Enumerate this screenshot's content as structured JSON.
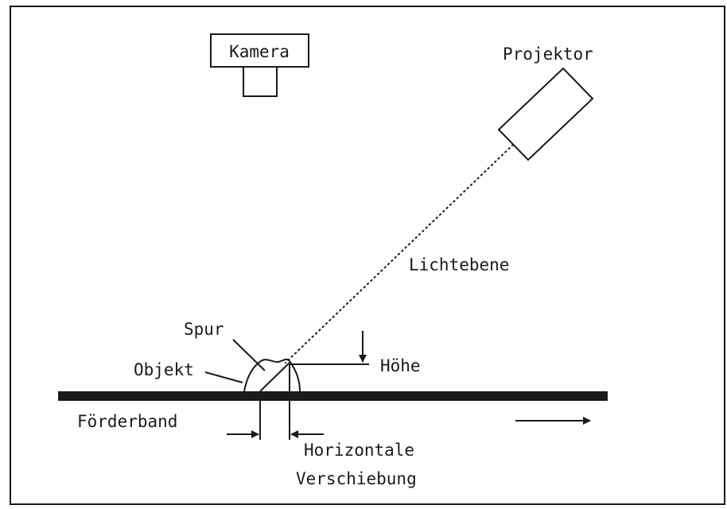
{
  "labels": {
    "camera": "Kamera",
    "projector": "Projektor",
    "light_plane": "Lichtebene",
    "trace": "Spur",
    "object": "Objekt",
    "height": "Höhe",
    "conveyor": "Förderband",
    "shift_line1": "Horizontale",
    "shift_line2": "Verschiebung"
  }
}
